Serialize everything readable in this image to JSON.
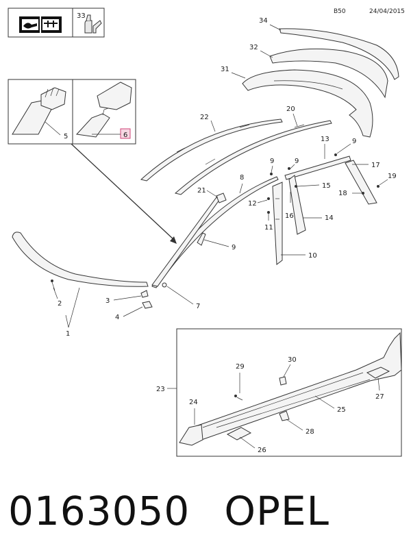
{
  "header": {
    "section_code": "B50",
    "date": "24/04/2015",
    "accessory_ref": "33"
  },
  "callouts": {
    "c1": "1",
    "c2": "2",
    "c3": "3",
    "c4": "4",
    "c5": "5",
    "c6": "6",
    "c7": "7",
    "c8": "8",
    "c9a": "9",
    "c9b": "9",
    "c9c": "9",
    "c9d": "9",
    "c10": "10",
    "c11": "11",
    "c12": "12",
    "c13": "13",
    "c14": "14",
    "c15": "15",
    "c16": "16",
    "c17": "17",
    "c18": "18",
    "c19": "19",
    "c20": "20",
    "c21": "21",
    "c22": "22",
    "c23": "23",
    "c24": "24",
    "c25": "25",
    "c26": "26",
    "c27": "27",
    "c28": "28",
    "c29": "29",
    "c30": "30",
    "c31": "31",
    "c32": "32",
    "c34": "34"
  },
  "highlight_color": "#d0457a",
  "footer": {
    "part_number": "0163050",
    "brand": "OPEL"
  }
}
